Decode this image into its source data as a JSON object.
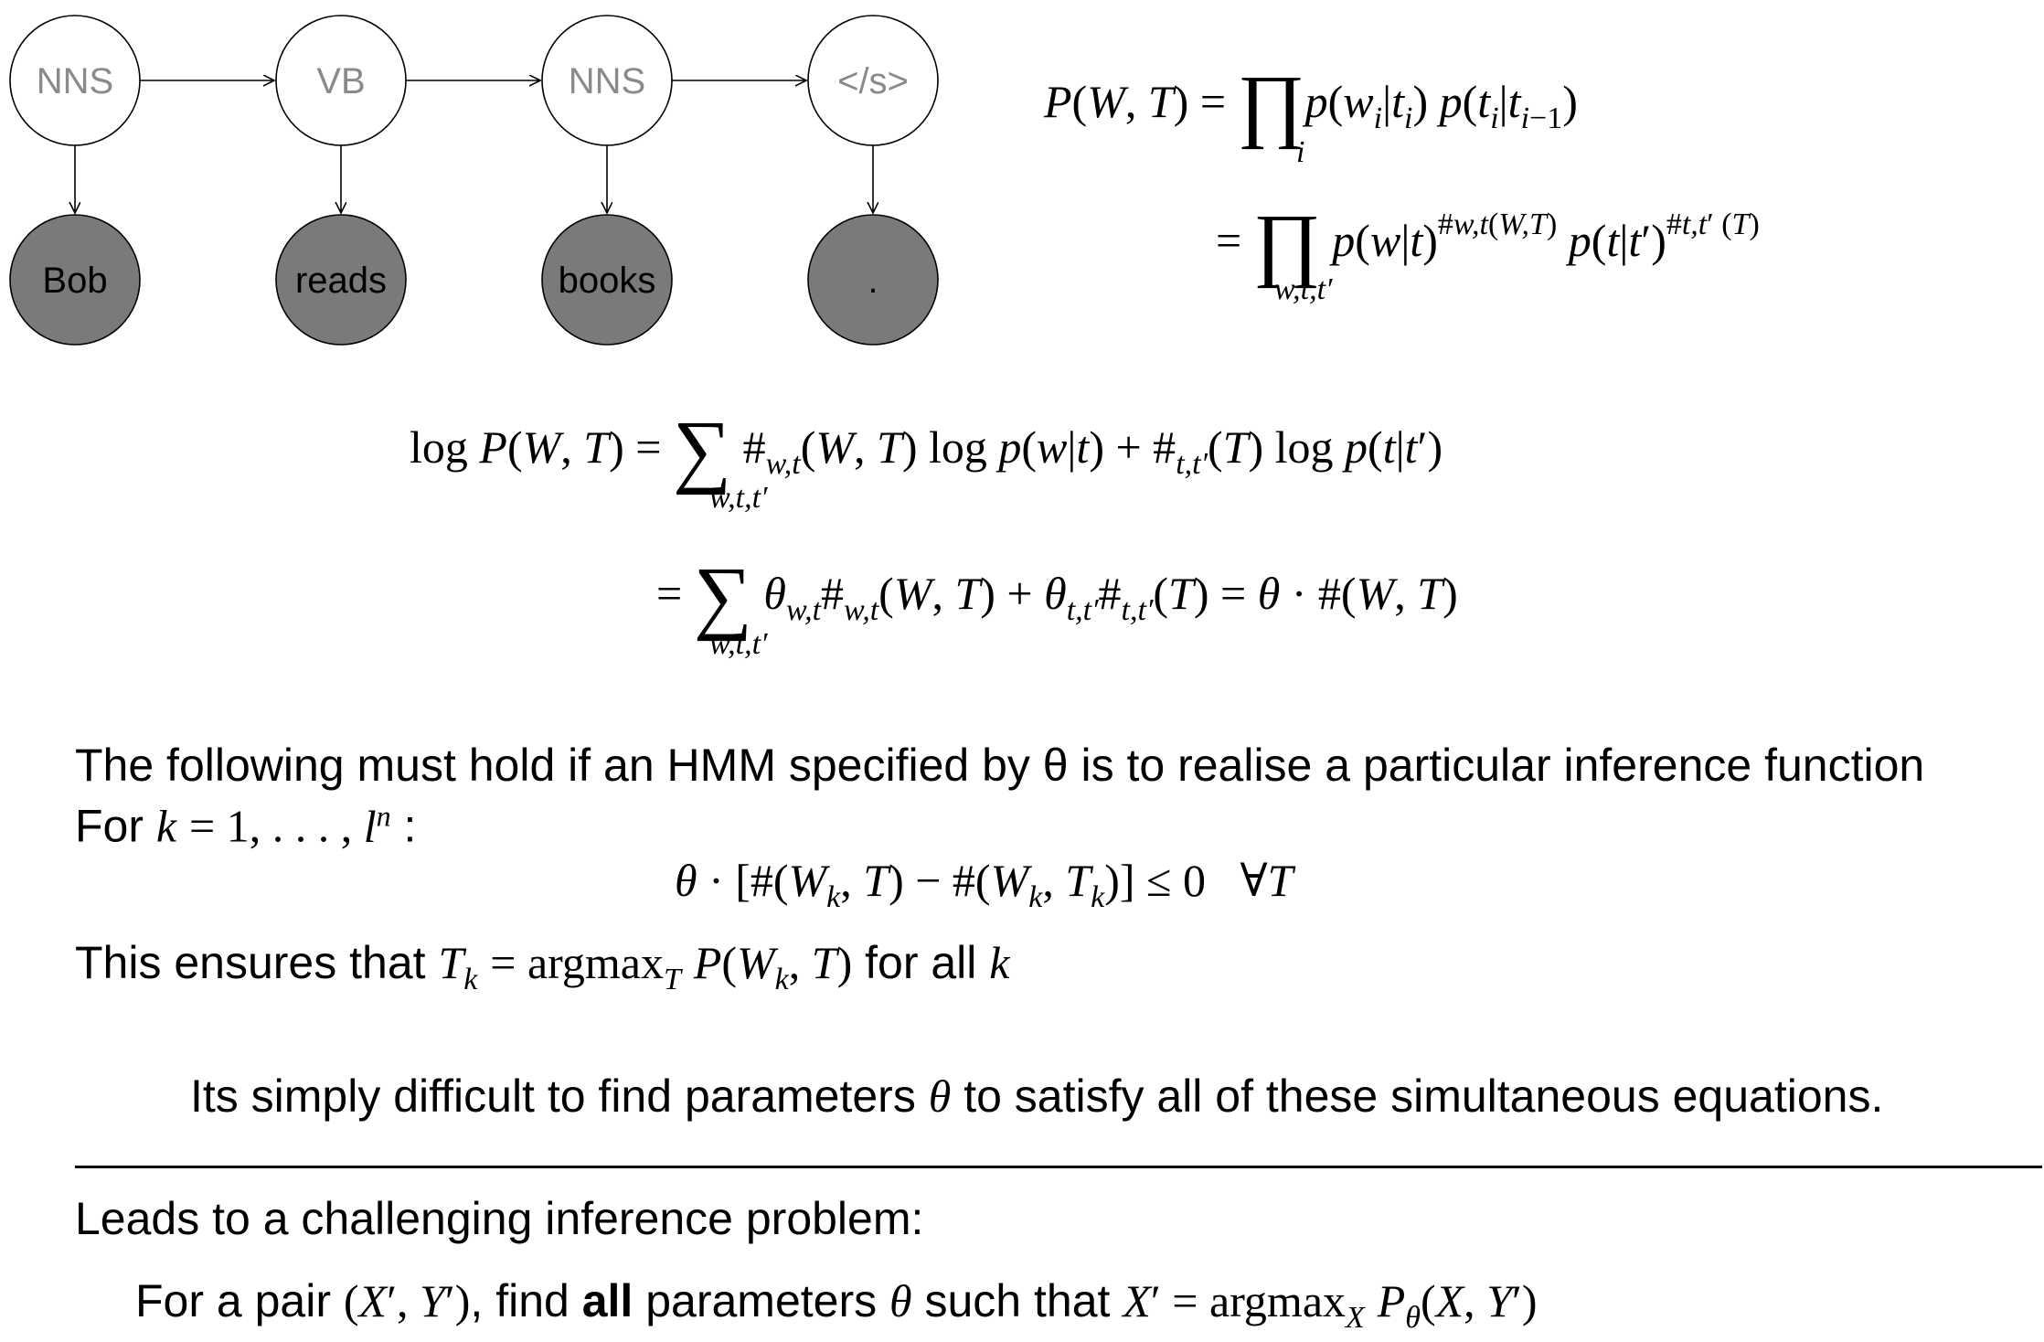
{
  "diagram": {
    "tags": [
      "NNS",
      "VB",
      "NNS",
      "</s>"
    ],
    "words": [
      "Bob",
      "reads",
      "books",
      "."
    ],
    "colors": {
      "hidden_fill": "#ffffff",
      "observed_fill": "#7a7a7a",
      "tag_text": "#8a8a8a",
      "edge": "#000000"
    }
  },
  "eq1": {
    "lhs": "P(W, T)",
    "op": "=",
    "prod1_under": "i",
    "prod1_body": "p(w_i|t_i) p(t_i|t_{i−1})",
    "prod2_under": "w,t,t′",
    "prod2_body": "p(w|t)^{#_{w,t}(W,T)} p(t|t′)^{#_{t,t′}(T)}"
  },
  "eq2": {
    "lhs": "log P(W, T)",
    "sum_under": "w,t,t′",
    "line1_body": "#_{w,t}(W, T) log p(w|t) + #_{t,t′}(T) log p(t|t′)",
    "line2_body": "θ_{w,t}#_{w,t}(W, T) + θ_{t,t′}#_{t,t′}(T) = θ · #(W, T)"
  },
  "text": {
    "hold_line": "The following must hold if an HMM specified by θ is to realise a particular inference function",
    "for_prefix": "For",
    "for_math": "k = 1, . . . , l^n",
    "for_suffix": ":",
    "constraint": "θ · [#(W_k, T) − #(W_k, T_k)] ≤ 0   ∀T",
    "ensures_prefix": "This ensures that",
    "ensures_math": "T_k = argmax_T P(W_k, T)",
    "ensures_suffix": "for all k",
    "difficulty_prefix": "Its simply difficult to find parameters",
    "difficulty_theta": "θ",
    "difficulty_suffix": "to satisfy all of these simultaneous equations.",
    "leads": "Leads to a challenging inference problem:",
    "pair_prefix": "For a pair",
    "pair_math": "(X′, Y′)",
    "pair_find": ", find",
    "pair_all": "all",
    "pair_params": "parameters",
    "pair_theta": "θ",
    "pair_such": "such that",
    "pair_eq": "X′ = argmax_X P_θ(X, Y′)"
  }
}
